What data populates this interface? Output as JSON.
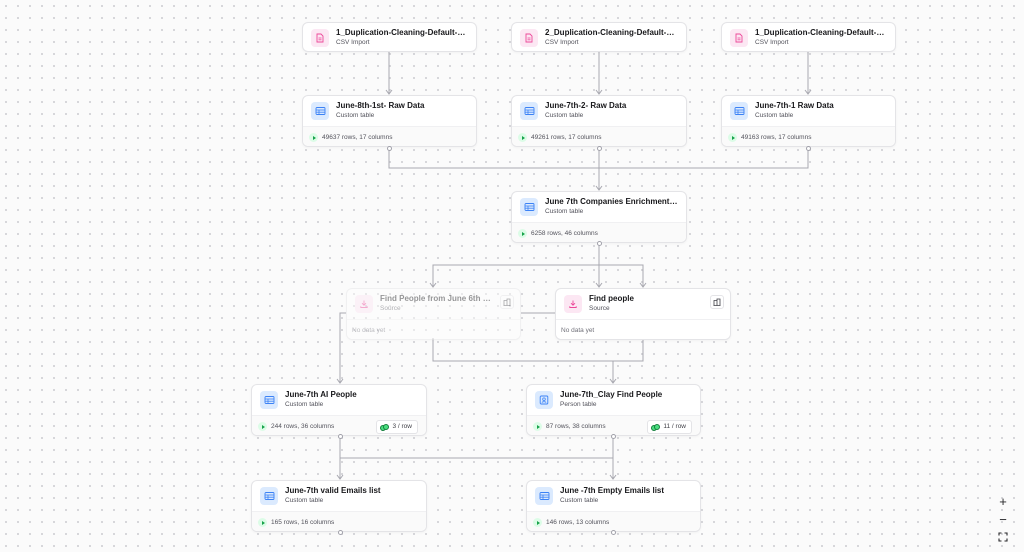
{
  "nodes": {
    "csv1": {
      "title": "1_Duplication-Cleaning-Default-view-...",
      "subtitle": "CSV Import"
    },
    "csv2": {
      "title": "2_Duplication-Cleaning-Default-view-...",
      "subtitle": "CSV Import"
    },
    "csv3": {
      "title": "1_Duplication-Cleaning-Default-view-...",
      "subtitle": "CSV Import"
    },
    "raw1": {
      "title": "June-8th-1st- Raw Data",
      "subtitle": "Custom table",
      "stats": "49637 rows, 17 columns"
    },
    "raw2": {
      "title": "June-7th-2- Raw Data",
      "subtitle": "Custom table",
      "stats": "49261 rows, 17 columns"
    },
    "raw3": {
      "title": "June-7th-1 Raw Data",
      "subtitle": "Custom table",
      "stats": "49163 rows, 17 columns"
    },
    "enrich": {
      "title": "June 7th Companies Enrichment Data",
      "subtitle": "Custom table",
      "stats": "6258 rows, 46 columns"
    },
    "findJune6": {
      "title": "Find People from June 6th Co...",
      "subtitle": "Source",
      "nodata": "No data yet"
    },
    "findPeople": {
      "title": "Find people",
      "subtitle": "Source",
      "nodata": "No data yet"
    },
    "aiPeople": {
      "title": "June-7th AI People",
      "subtitle": "Custom table",
      "stats": "244 rows, 36 columns",
      "credits": "3 / row"
    },
    "clayFind": {
      "title": "June-7th_Clay Find People",
      "subtitle": "Person table",
      "stats": "87 rows, 38 columns",
      "credits": "11 / row"
    },
    "validEmails": {
      "title": "June-7th valid Emails list",
      "subtitle": "Custom table",
      "stats": "165 rows, 16 columns"
    },
    "emptyEmails": {
      "title": "June -7th Empty Emails list",
      "subtitle": "Custom table",
      "stats": "146 rows, 13 columns"
    }
  },
  "zoom_controls": {
    "zoom_in": "+",
    "zoom_out": "−"
  },
  "colors": {
    "edge": "#a1a1aa",
    "table_icon": "#3b82f6",
    "csv_icon": "#ec4899",
    "play": "#16a34a"
  },
  "icons": {
    "csv": "file-icon",
    "table": "table-icon",
    "source": "download-icon",
    "person": "person-card-icon",
    "building": "building-icon"
  }
}
